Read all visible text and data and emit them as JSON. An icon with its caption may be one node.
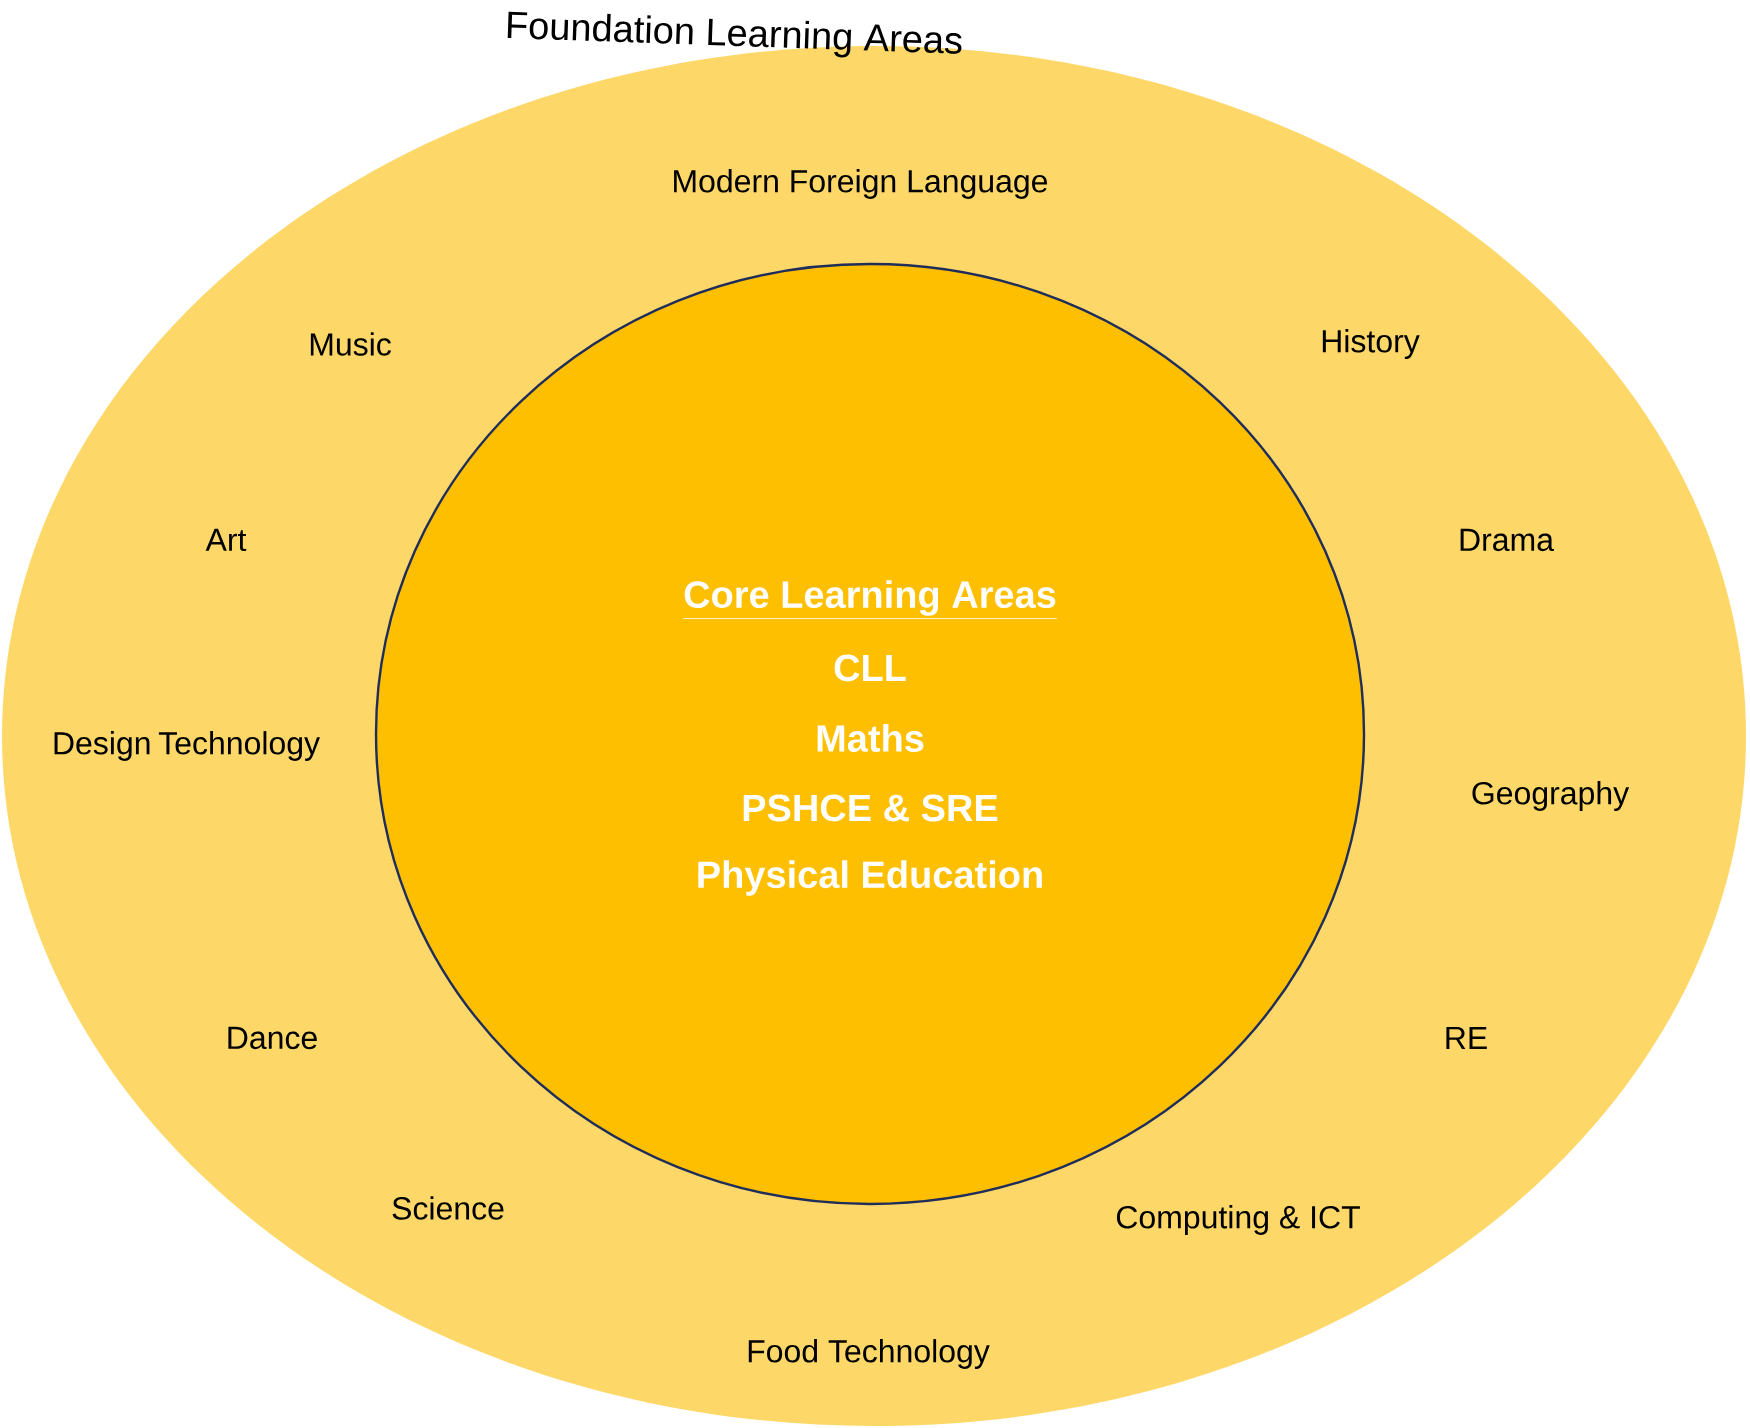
{
  "diagram": {
    "nodes": [
      {
        "text": [
          "Foundation Learning Areas",
          "Modern Foreign Language",
          "Music",
          "History",
          "Art",
          "Drama",
          "Design Technology",
          "Geography",
          "Dance",
          "RE",
          "Science",
          "Computing & ICT",
          "Food Technology"
        ]
      },
      {
        "text": [
          "Core Learning Areas",
          "CLL",
          "Maths",
          "PSHCE & SRE",
          "Physical Education"
        ],
        "in": 0
      }
    ]
  }
}
